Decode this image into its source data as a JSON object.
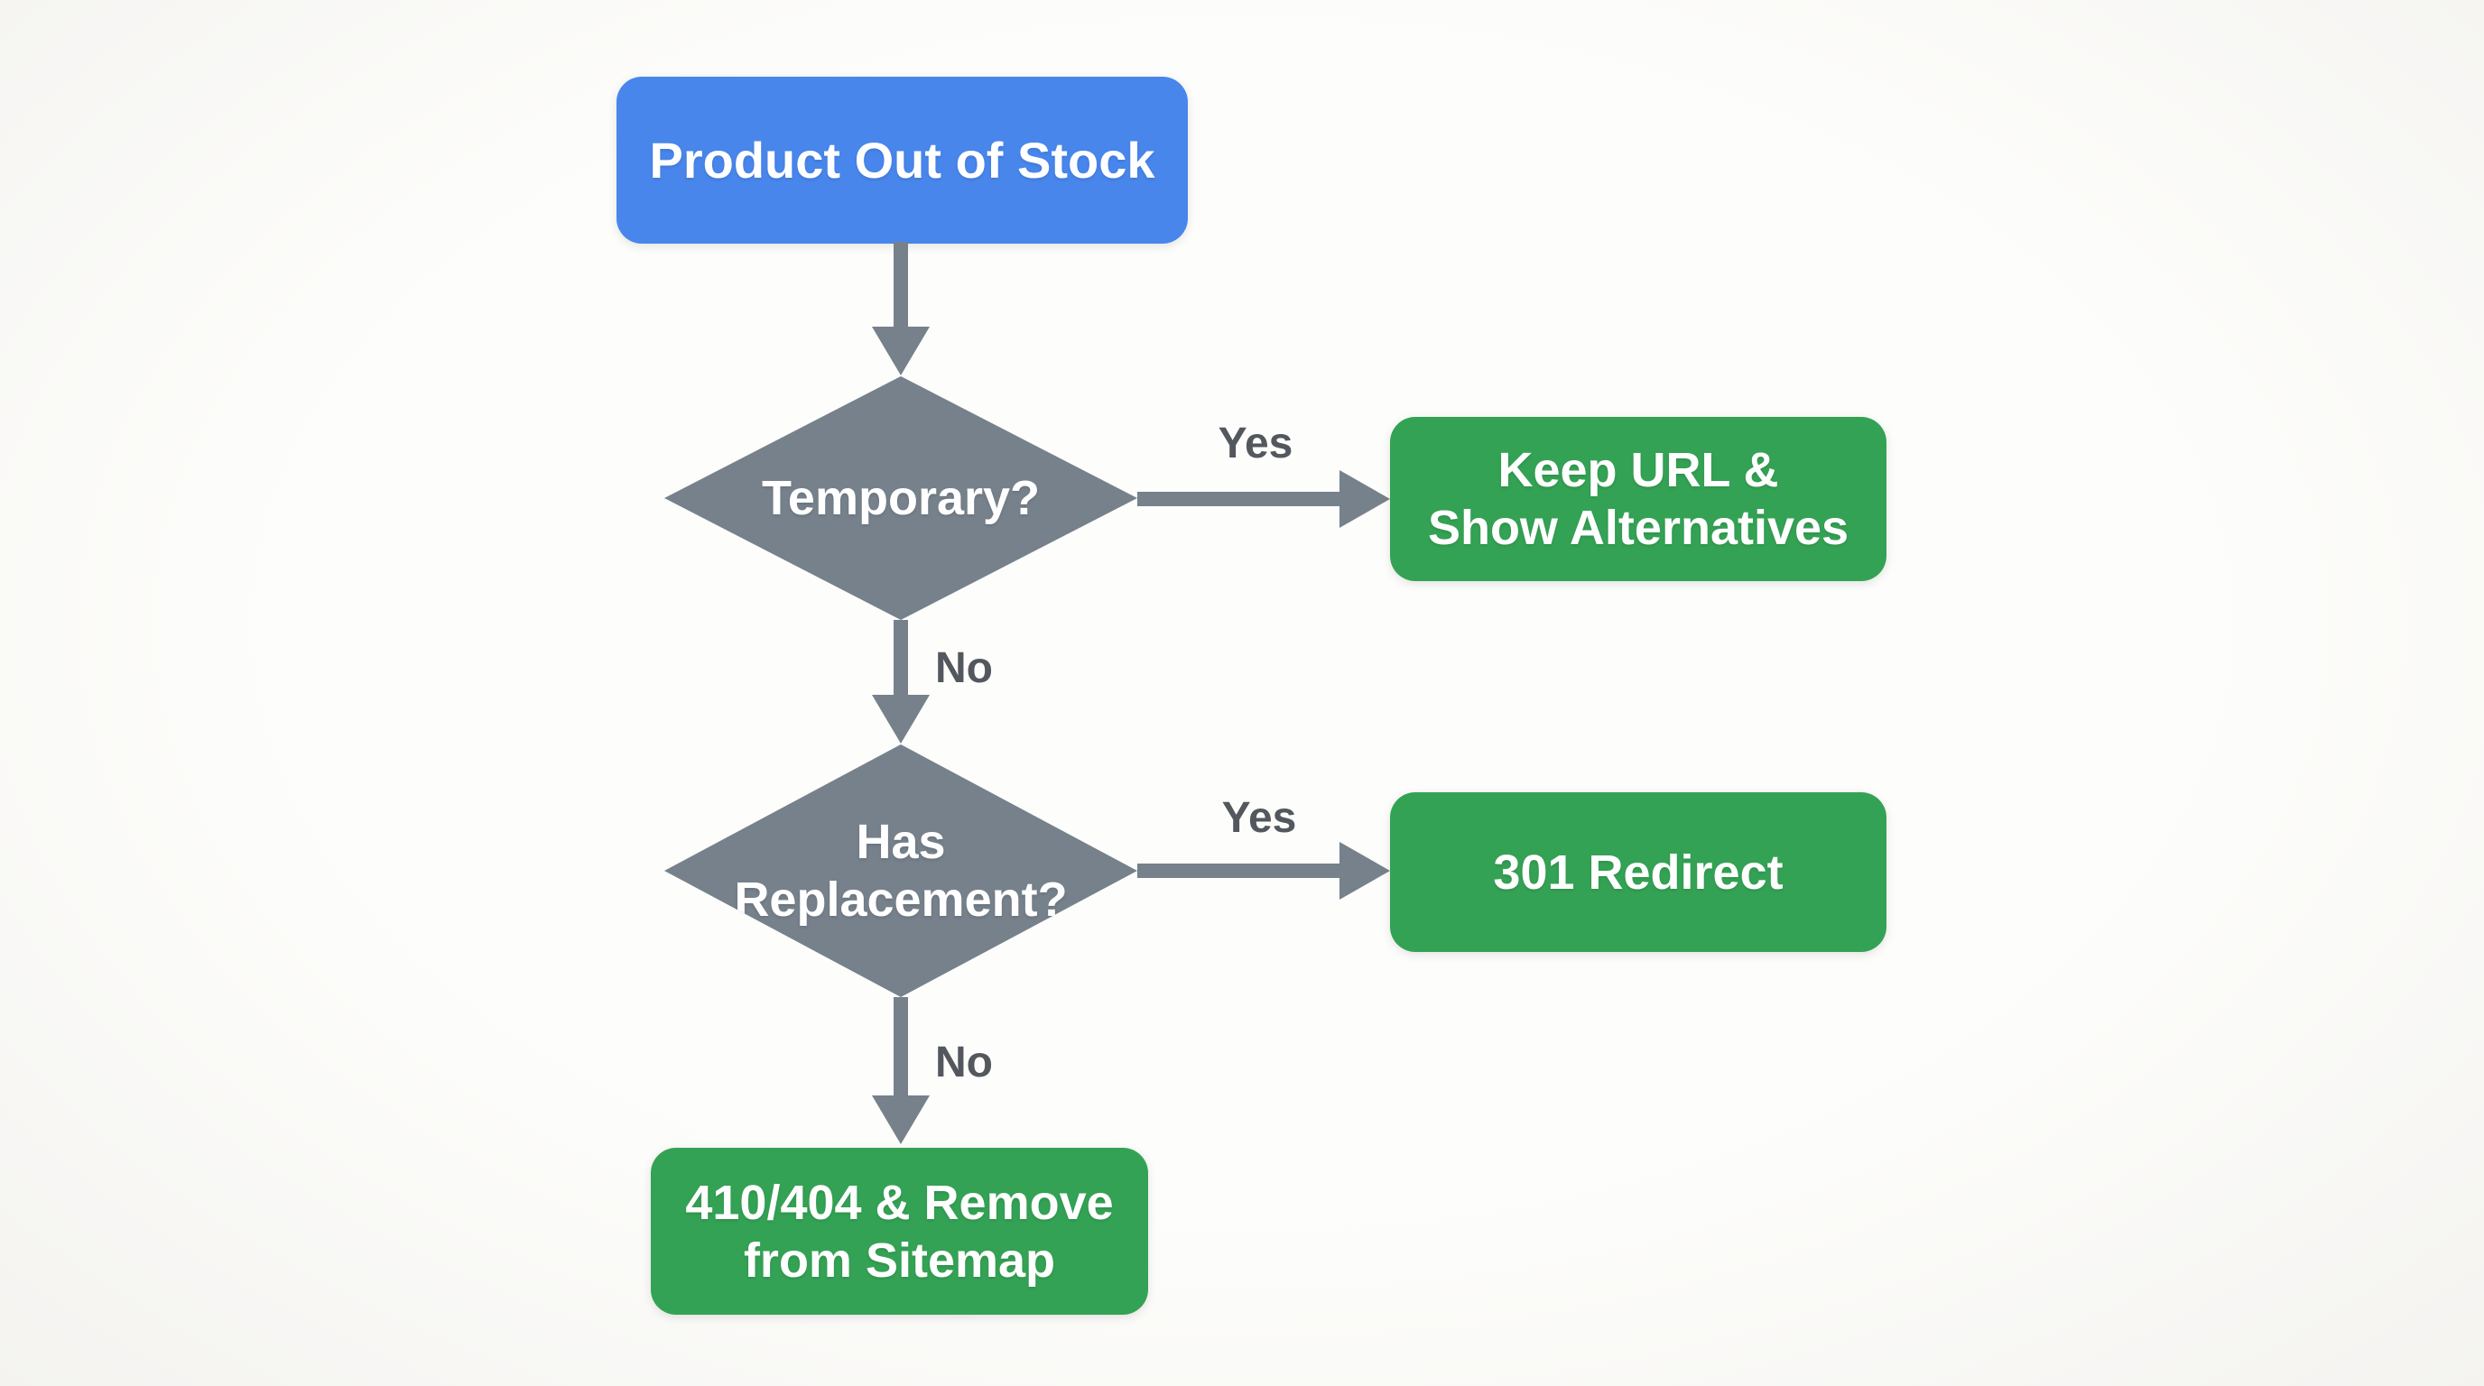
{
  "colors": {
    "node_blue": "#4886ec",
    "node_green": "#34a254",
    "node_gray": "#76818b",
    "edge_gray": "#76818b",
    "edge_label_text": "#53585e",
    "node_text": "#ffffff",
    "background": "#fbfaf8"
  },
  "nodes": {
    "start": {
      "label": "Product Out of Stock"
    },
    "temporary": {
      "label": "Temporary?"
    },
    "has_replacement": {
      "line1": "Has",
      "line2": "Replacement?"
    },
    "keep_url": {
      "line1": "Keep URL &",
      "line2": "Show Alternatives"
    },
    "redirect": {
      "label": "301 Redirect"
    },
    "remove": {
      "line1": "410/404 & Remove",
      "line2": "from Sitemap"
    }
  },
  "edges": {
    "temporary_yes": {
      "label": "Yes"
    },
    "temporary_no": {
      "label": "No"
    },
    "has_replacement_yes": {
      "label": "Yes"
    },
    "has_replacement_no": {
      "label": "No"
    }
  }
}
